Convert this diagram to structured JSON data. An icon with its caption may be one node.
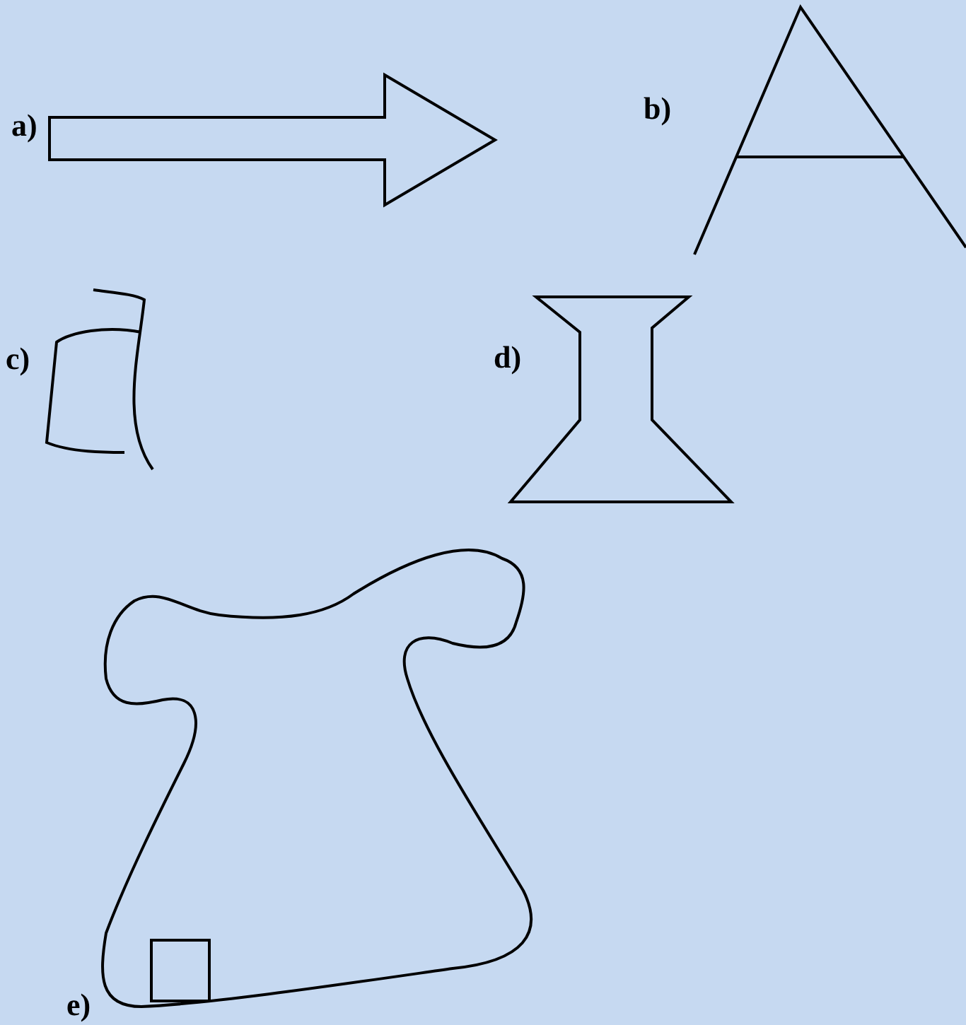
{
  "diagram": {
    "labels": [
      "a)",
      "b)",
      "c)",
      "d)",
      "e)"
    ]
  }
}
